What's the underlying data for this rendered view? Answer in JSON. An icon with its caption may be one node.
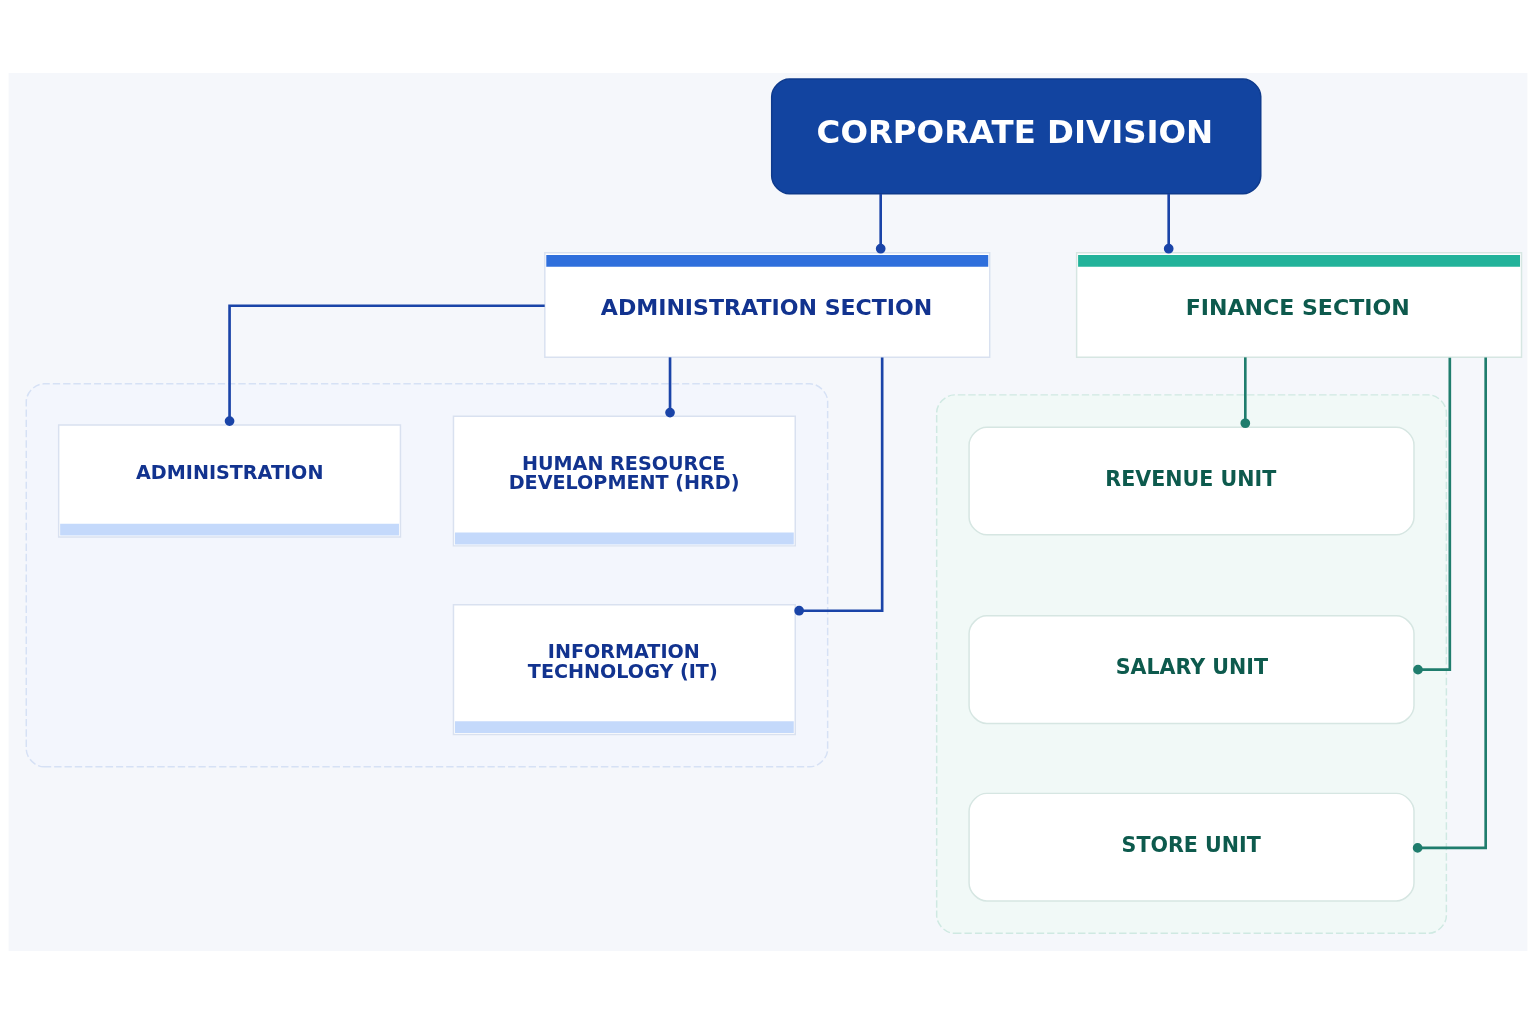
{
  "diagram": {
    "nodes": [
      {
        "text": [
          "CORPORATE DIVISION"
        ]
      },
      {
        "text": [
          "ADMINISTRATION SECTION"
        ]
      },
      {
        "text": [
          "FINANCE SECTION"
        ]
      },
      {
        "text": [],
        "shape": "box"
      },
      {
        "text": [
          "ADMINISTRATION"
        ],
        "in": 3
      },
      {
        "text": [
          "HUMAN RESOURCE DEVELOPMENT (HRD)"
        ],
        "in": 3
      },
      {
        "text": [
          "INFORMATION TECHNOLOGY (IT)"
        ],
        "in": 3
      },
      {
        "text": [],
        "shape": "box"
      },
      {
        "text": [
          "REVENUE UNIT"
        ],
        "in": 7
      },
      {
        "text": [
          "SALARY UNIT"
        ],
        "in": 7
      },
      {
        "text": [
          "STORE UNIT"
        ],
        "in": 7
      }
    ],
    "edges": [
      {
        "from": 0,
        "to": 1,
        "arrow": "other"
      },
      {
        "from": 0,
        "to": 2,
        "arrow": "other"
      },
      {
        "from": 1,
        "to": 4,
        "arrow": "other"
      },
      {
        "from": 1,
        "to": 5,
        "arrow": "other"
      },
      {
        "from": 1,
        "to": 6,
        "arrow": "other"
      },
      {
        "from": 2,
        "to": 8,
        "arrow": "other",
        "color": "#1f7d6d"
      },
      {
        "from": 2,
        "to": 9,
        "arrow": "other",
        "color": "#1f7d6d"
      },
      {
        "from": 2,
        "to": 10,
        "arrow": "other",
        "color": "#1f7d6d"
      }
    ]
  }
}
